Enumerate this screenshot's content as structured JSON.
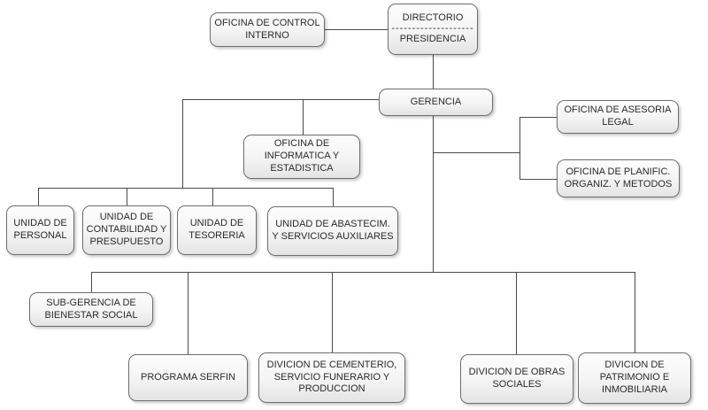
{
  "diagram": {
    "type": "org-chart",
    "background": "#ffffff",
    "box_border_color": "#6e6e6e",
    "box_fill_top": "#fdfdfd",
    "box_fill_bottom": "#e4e4e4",
    "line_color": "#4a4a4a",
    "text_color": "#2a2a2a"
  },
  "nodes": {
    "control_interno": {
      "label": "OFICINA DE CONTROL\nINTERNO"
    },
    "directorio": {
      "title": "DIRECTORIO",
      "separator": "--------------------",
      "subtitle": "PRESIDENCIA"
    },
    "gerencia": {
      "label": "GERENCIA"
    },
    "asesoria": {
      "label": "OFICINA DE ASESORIA\nLEGAL"
    },
    "planific": {
      "label": "OFICINA DE PLANIFIC.\nORGANIZ. Y METODOS"
    },
    "informatica": {
      "label": "OFICINA DE\nINFORMATICA Y\nESTADISTICA"
    },
    "personal": {
      "label": "UNIDAD DE\nPERSONAL"
    },
    "contabilidad": {
      "label": "UNIDAD DE\nCONTABILIDAD Y\nPRESUPUESTO"
    },
    "tesoreria": {
      "label": "UNIDAD DE\nTESORERIA"
    },
    "abastecim": {
      "label": "UNIDAD DE ABASTECIM.\nY SERVICIOS AUXILIARES"
    },
    "subgerencia": {
      "label": "SUB-GERENCIA DE\nBIENESTAR SOCIAL"
    },
    "serfin": {
      "label": "PROGRAMA SERFIN"
    },
    "cementerio": {
      "label": "DIVICION DE CEMENTERIO,\nSERVICIO FUNERARIO Y\nPRODUCCION"
    },
    "obras": {
      "label": "DIVICION DE OBRAS\nSOCIALES"
    },
    "patrimonio": {
      "label": "DIVICION DE\nPATRIMONIO E\nINMOBILIARIA"
    }
  },
  "edges": [
    {
      "from": "control_interno",
      "to": "directorio"
    },
    {
      "from": "directorio",
      "to": "gerencia"
    },
    {
      "from": "gerencia",
      "to": "asesoria"
    },
    {
      "from": "gerencia",
      "to": "planific"
    },
    {
      "from": "gerencia",
      "to": "informatica"
    },
    {
      "from": "gerencia",
      "to": "personal"
    },
    {
      "from": "gerencia",
      "to": "contabilidad"
    },
    {
      "from": "gerencia",
      "to": "tesoreria"
    },
    {
      "from": "gerencia",
      "to": "abastecim"
    },
    {
      "from": "gerencia",
      "to": "subgerencia"
    },
    {
      "from": "gerencia",
      "to": "serfin"
    },
    {
      "from": "gerencia",
      "to": "cementerio"
    },
    {
      "from": "gerencia",
      "to": "obras"
    },
    {
      "from": "gerencia",
      "to": "patrimonio"
    }
  ]
}
